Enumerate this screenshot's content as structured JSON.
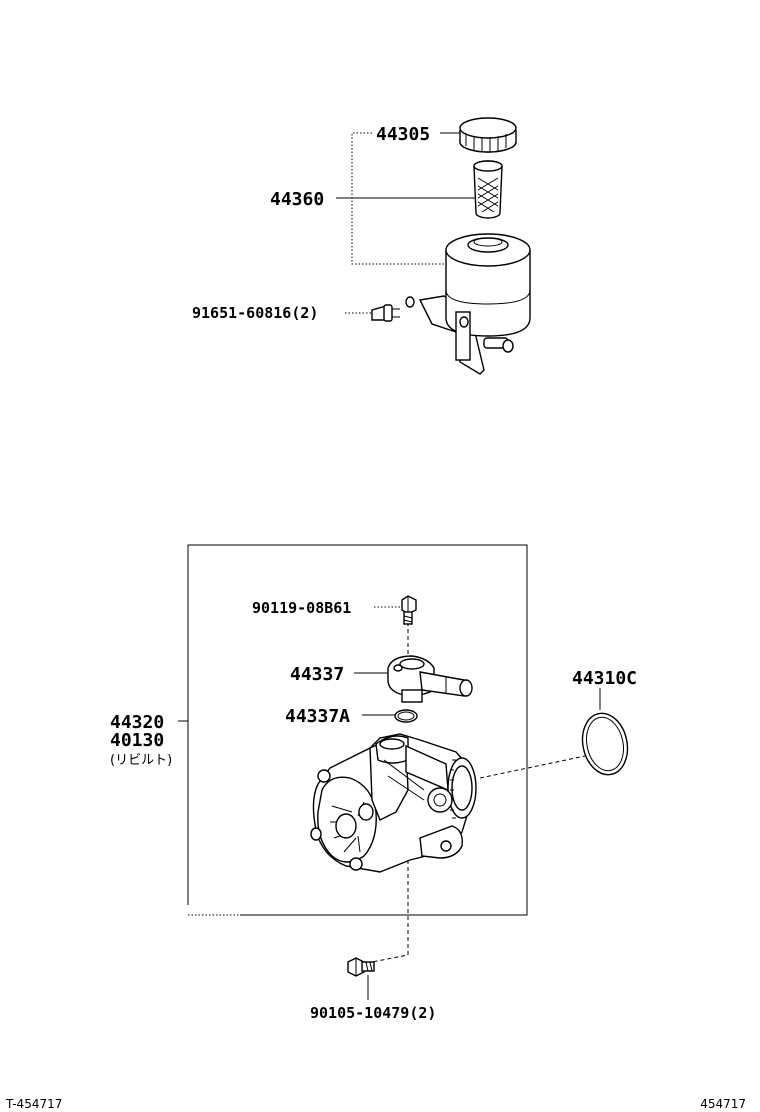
{
  "parts": {
    "cap": "44305",
    "filter": "44360",
    "reservoir_bolt": "91651-60816",
    "reservoir_bolt_qty": "(2)",
    "union_bolt": "90119-08B61",
    "union": "44337",
    "o_ring_union": "44337A",
    "pump_assy": "44320",
    "pump_assy_alt": "40130",
    "pump_assy_note": "(リビルト)",
    "o_ring_pump": "44310C",
    "pump_bolt": "90105-10479",
    "pump_bolt_qty": "(2)"
  },
  "footer": {
    "left_id": "T-454717",
    "right_id": "454717"
  }
}
